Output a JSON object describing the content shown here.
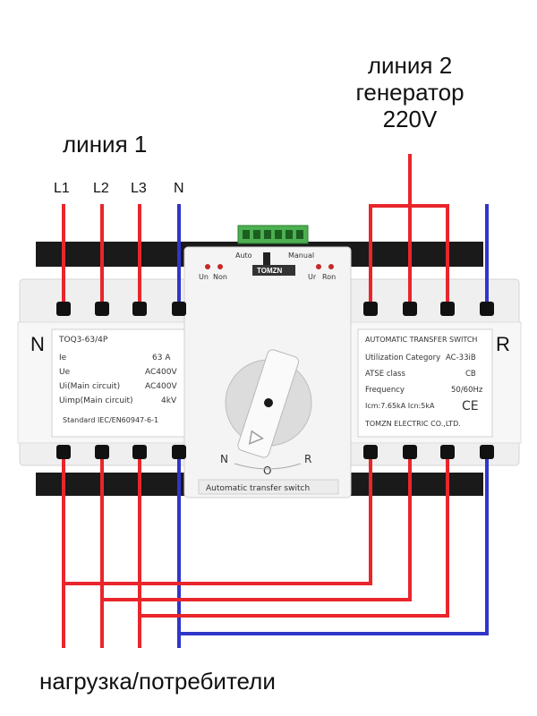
{
  "labels": {
    "line1": "линия 1",
    "line2_l1": "линия 2",
    "line2_l2": "генератор",
    "line2_l3": "220V",
    "load": "нагрузка/потребители"
  },
  "terminals": {
    "L1": "L1",
    "L2": "L2",
    "L3": "L3",
    "N": "N"
  },
  "device": {
    "brand": "TOMZN",
    "side_left": "N",
    "side_right": "R",
    "mode_auto": "Auto",
    "mode_manual": "Manual",
    "ind_un": "Un",
    "ind_non": "Non",
    "ind_ur": "Ur",
    "ind_ron": "Ron",
    "knob_n": "N",
    "knob_o": "O",
    "knob_r": "R",
    "bottom_caption": "Automatic transfer switch",
    "left_plate": {
      "model": "TOQ3-63/4P",
      "rows": [
        {
          "k": "Ie",
          "v": "63 A"
        },
        {
          "k": "Ue",
          "v": "AC400V"
        },
        {
          "k": "Ui(Main circuit)",
          "v": "AC400V"
        },
        {
          "k": "Uimp(Main circuit)",
          "v": "4kV"
        }
      ],
      "standard": "Standard IEC/EN60947-6-1"
    },
    "right_plate": {
      "title": "AUTOMATIC TRANSFER SWITCH",
      "rows": [
        {
          "k": "Utilization Category",
          "v": "AC-33iB"
        },
        {
          "k": "ATSE class",
          "v": "CB"
        },
        {
          "k": "Frequency",
          "v": "50/60Hz"
        },
        {
          "k": "Icm:7.65kA Icn:5kA",
          "v": ""
        }
      ],
      "ce": "CE",
      "maker": "TOMZN ELECTRIC CO.,LTD."
    }
  },
  "colors": {
    "phase": "#e8262b",
    "neutral": "#3036c8",
    "body": "#f2f2f2",
    "rail": "#1a1a1a"
  }
}
